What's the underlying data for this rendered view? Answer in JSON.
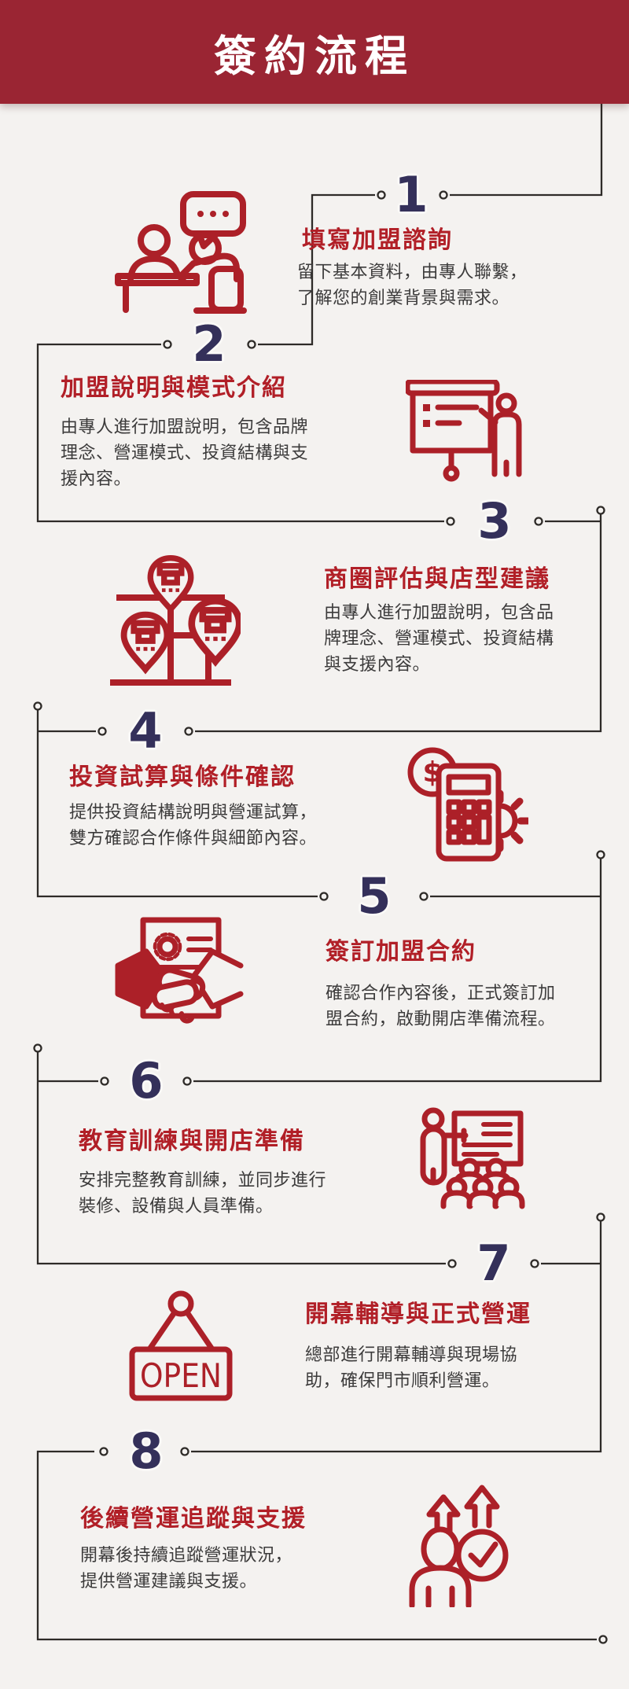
{
  "header": {
    "title": "簽約流程"
  },
  "steps": [
    {
      "number": "1",
      "title": "填寫加盟諮詢",
      "desc_lines": [
        "留下基本資料，由專人聯繫，",
        "了解您的創業背景與需求。"
      ],
      "icon": "consultation-icon"
    },
    {
      "number": "2",
      "title": "加盟說明與模式介紹",
      "desc_lines": [
        "由專人進行加盟說明，包含品牌",
        "理念、營運模式、投資結構與支",
        "援內容。"
      ],
      "icon": "presentation-icon"
    },
    {
      "number": "3",
      "title": "商圈評估與店型建議",
      "desc_lines": [
        "由專人進行加盟說明，包含品",
        "牌理念、營運模式、投資結構",
        "與支援內容。"
      ],
      "icon": "store-location-map-icon"
    },
    {
      "number": "4",
      "title": "投資試算與條件確認",
      "desc_lines": [
        "提供投資結構說明與營運試算，",
        "雙方確認合作條件與細節內容。"
      ],
      "icon": "investment-calculator-icon",
      "icon_text": "$"
    },
    {
      "number": "5",
      "title": "簽訂加盟合約",
      "desc_lines": [
        "確認合作內容後，正式簽訂加",
        "盟合約，啟動開店準備流程。"
      ],
      "icon": "contract-handshake-icon"
    },
    {
      "number": "6",
      "title": "教育訓練與開店準備",
      "desc_lines": [
        "安排完整教育訓練，並同步進行",
        "裝修、設備與人員準備。"
      ],
      "icon": "training-icon"
    },
    {
      "number": "7",
      "title": "開幕輔導與正式營運",
      "desc_lines": [
        "總部進行開幕輔導與現場協",
        "助，確保門市順利營運。"
      ],
      "icon": "open-sign-icon",
      "icon_text": "OPEN"
    },
    {
      "number": "8",
      "title": "後續營運追蹤與支援",
      "desc_lines": [
        "開幕後持續追蹤營運狀況，",
        "提供營運建議與支援。"
      ],
      "icon": "growth-support-icon"
    }
  ],
  "colors": {
    "header_bg": "#9A2533",
    "header_text": "#FFFFFF",
    "step_number": "#34305A",
    "step_title": "#B11F27",
    "step_desc": "#3C3B3B",
    "icon_accent": "#AC2028",
    "connector_line": "#2E2B28",
    "background": "#F4F2F0"
  }
}
